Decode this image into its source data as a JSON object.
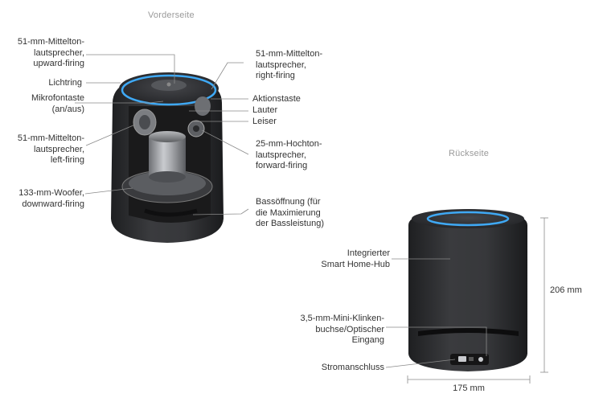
{
  "front": {
    "heading": "Vorderseite",
    "labels": {
      "upward_mid": "51-mm-Mittelton-\nlautsprecher,\nupward-firing",
      "light_ring": "Lichtring",
      "mic_button": "Mikrofontaste\n(an/aus)",
      "left_mid": "51-mm-Mittelton-\nlautsprecher,\nleft-firing",
      "woofer": "133-mm-Woofer,\ndownward-firing",
      "right_mid": "51-mm-Mittelton-\nlautsprecher,\nright-firing",
      "action": "Aktionstaste",
      "louder": "Lauter",
      "quieter": "Leiser",
      "tweeter": "25-mm-Hochton-\nlautsprecher,\nforward-firing",
      "bass_port": "Bassöffnung (für\ndie Maximierung\nder Bassleistung)"
    }
  },
  "back": {
    "heading": "Rückseite",
    "labels": {
      "hub": "Integrierter\nSmart Home-Hub",
      "aux": "3,5-mm-Mini-Klinken-\nbuchse/Optischer\nEingang",
      "power": "Stromanschluss"
    },
    "height_dim": "206 mm",
    "width_dim": "175 mm"
  },
  "colors": {
    "speaker_body": "#2c2d2f",
    "light_ring": "#3fa9f5",
    "leader_line": "#8a8a8a"
  }
}
